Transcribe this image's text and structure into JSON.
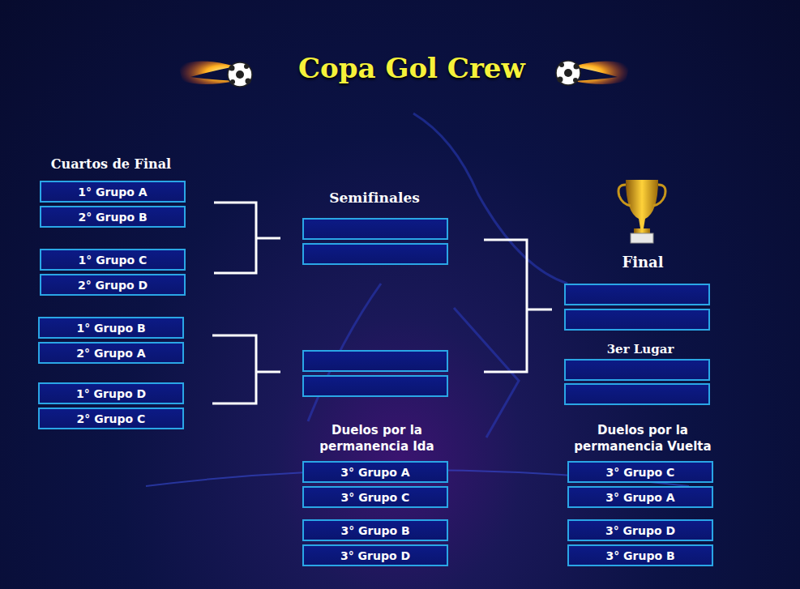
{
  "diagram": {
    "title": "Copa Gol Crew",
    "nodes": [
      {
        "text": [
          "1° Grupo A"
        ]
      },
      {
        "text": [
          "2° Grupo B"
        ]
      },
      {
        "text": [
          "1° Grupo C"
        ]
      },
      {
        "text": [
          "2° Grupo D"
        ]
      },
      {
        "text": [
          "1° Grupo B"
        ]
      },
      {
        "text": [
          "2° Grupo A"
        ]
      },
      {
        "text": [
          "1° Grupo D"
        ]
      },
      {
        "text": [
          "2° Grupo C"
        ]
      },
      {
        "text": [
          "3° Grupo A"
        ]
      },
      {
        "text": [
          "3° Grupo C"
        ]
      },
      {
        "text": [
          "3° Grupo B"
        ]
      },
      {
        "text": [
          "3° Grupo D"
        ]
      },
      {
        "text": [
          "3° Grupo C"
        ]
      },
      {
        "text": [
          "3° Grupo A"
        ]
      },
      {
        "text": [
          "3° Grupo D"
        ]
      },
      {
        "text": [
          "3° Grupo B"
        ]
      }
    ],
    "labels": [
      "Cuartos de Final",
      "Semifinales",
      "Final",
      "3er Lugar",
      "Duelos por la permanencia Ida",
      "Duelos por la permanencia Vuelta"
    ]
  }
}
